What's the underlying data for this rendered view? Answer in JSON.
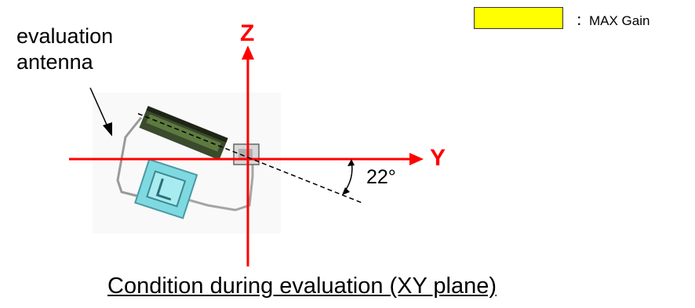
{
  "legend": {
    "swatch_color": "#ffff00",
    "label": "：MAX Gain"
  },
  "antenna_label": {
    "line1": "evaluation",
    "line2": "antenna"
  },
  "axes": {
    "z_label": "Z",
    "y_label": "Y",
    "color": "#ff0000"
  },
  "angle": {
    "label": "22°"
  },
  "caption": "Condition during evaluation (XY plane)"
}
